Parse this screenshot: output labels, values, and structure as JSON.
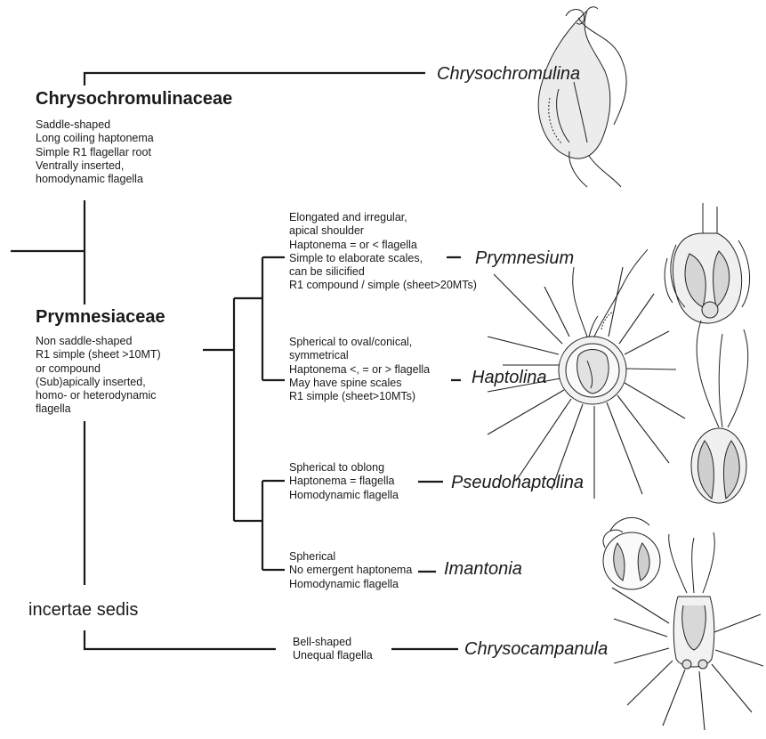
{
  "families": {
    "chrysochromulinaceae": {
      "name": "Chrysochromulinaceae",
      "traits": [
        "Saddle-shaped",
        "Long coiling haptonema",
        "Simple R1 flagellar root",
        "Ventrally inserted,",
        "homodynamic flagella"
      ]
    },
    "prymnesiaceae": {
      "name": "Prymnesiaceae",
      "traits": [
        "Non saddle-shaped",
        "R1 simple (sheet >10MT)",
        "or compound",
        "(Sub)apically inserted,",
        "homo- or heterodynamic",
        "flagella"
      ]
    },
    "incertae_sedis": {
      "name": "incertae sedis"
    }
  },
  "genera": [
    {
      "name": "Chrysochromulina",
      "traits": [],
      "illustration": "chrysochromulina-cell"
    },
    {
      "name": "Prymnesium",
      "traits": [
        "Elongated and irregular,",
        "apical shoulder",
        "Haptonema = or < flagella",
        "Simple to elaborate scales,",
        "can be silicified",
        "R1 compound / simple (sheet>20MTs)"
      ],
      "illustration": "prymnesium-cell"
    },
    {
      "name": "Haptolina",
      "traits": [
        "Spherical to oval/conical,",
        "symmetrical",
        "Haptonema <, = or > flagella",
        "May have spine scales",
        "R1 simple (sheet>10MTs)"
      ],
      "illustration": "haptolina-cell"
    },
    {
      "name": "Pseudohaptolina",
      "traits": [
        "Spherical to oblong",
        "Haptonema = flagella",
        "Homodynamic flagella"
      ],
      "illustration": "pseudohaptolina-cell"
    },
    {
      "name": "Imantonia",
      "traits": [
        "Spherical",
        "No emergent haptonema",
        "Homodynamic flagella"
      ],
      "illustration": "imantonia-cell"
    },
    {
      "name": "Chrysocampanula",
      "traits": [
        "Bell-shaped",
        "Unequal flagella"
      ],
      "illustration": "chrysocampanula-cell"
    }
  ]
}
